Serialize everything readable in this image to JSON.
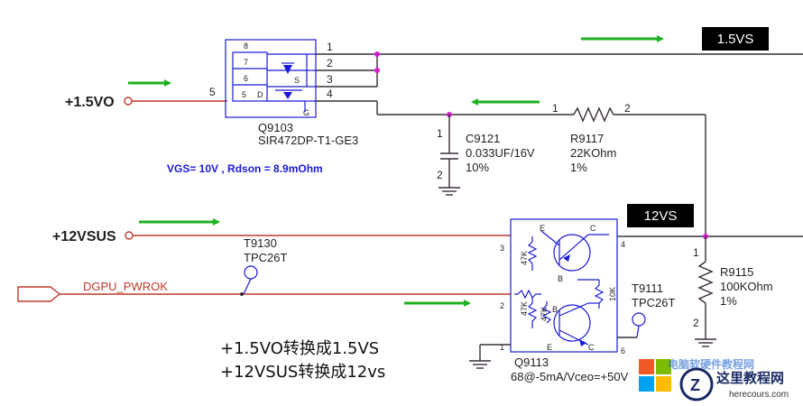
{
  "nets": {
    "vo_15": "+1.5VO",
    "vsus_12": "+12VSUS",
    "pwrok": "DGPU_PWROK",
    "tag_15vs": "1.5VS",
    "tag_12vs": "12VS"
  },
  "q9103": {
    "ref": "Q9103",
    "part": "SIR472DP-T1-GE3",
    "left_pins": [
      "8",
      "7",
      "6",
      "5"
    ],
    "right_pins": [
      "1",
      "2",
      "3",
      "4"
    ],
    "ext_pin": "5",
    "d_label": "D",
    "s_label": "S",
    "g_label": "G"
  },
  "c9121": {
    "ref": "C9121",
    "value": "0.033UF/16V",
    "tol": "10%",
    "pin1": "1",
    "pin2": "2"
  },
  "r9117": {
    "ref": "R9117",
    "value": "22KOhm",
    "tol": "1%",
    "pin1": "1",
    "pin2": "2"
  },
  "r9115": {
    "ref": "R9115",
    "value": "100KOhm",
    "tol": "1%",
    "pin1": "1",
    "pin2": "2"
  },
  "note": "VGS= 10V , Rdson = 8.9mOhm",
  "t9130": {
    "ref": "T9130",
    "part": "TPC26T"
  },
  "t9111": {
    "ref": "T9111",
    "part": "TPC26T"
  },
  "q9113": {
    "ref": "Q9113",
    "part": "68@-5mA/Vceo=+50V",
    "pins": {
      "p1": "1",
      "p2": "2",
      "p3": "3",
      "p4": "4",
      "p6": "6"
    },
    "res_labels": [
      "47K",
      "47K",
      "47K",
      "10K"
    ],
    "e": "E",
    "b": "B",
    "c": "C"
  },
  "caption": {
    "line1": "+1.5VO转换成1.5VS",
    "line2": "+12VSUS转换成12vs"
  },
  "watermark": {
    "site_cn": "这里教程网",
    "url": "herecours.com",
    "partial": "电脑软硬件教程网"
  },
  "colors": {
    "wire": "#3a2d3a",
    "red_wire": "#c0392b",
    "component_blue": "#1a1ad6",
    "junction": "#d41ec8",
    "arrow_green": "#22b022"
  }
}
